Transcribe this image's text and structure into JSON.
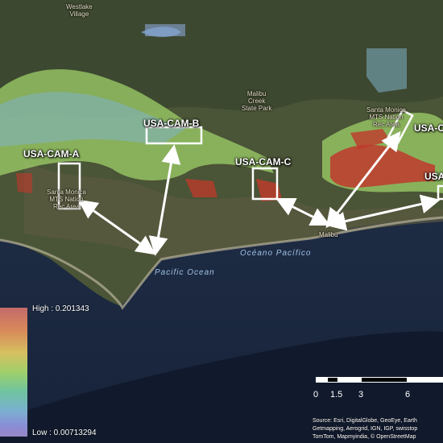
{
  "places": {
    "westlake_village": "Westlake\nVillage",
    "malibu_creek": "Malibu\nCreek\nState Park",
    "santa_monica_mts_nra_east": "Santa Monica\nMTS Nation\nRec Area",
    "santa_monica_mts_nra_west": "Santa Monica\nMTS Nation\nRec Area",
    "malibu": "Malibu",
    "pacific_ocean": "Pacific Ocean",
    "oceano_pacifico": "Océano Pacífico"
  },
  "cameras": {
    "a": "USA-CAM-A",
    "b": "USA-CAM-B",
    "c": "USA-CAM-C",
    "d": "USA-C",
    "e": "USA"
  },
  "legend": {
    "high": "High : 0.201343",
    "low": "Low : 0.00713294"
  },
  "scale": {
    "labels": [
      "0",
      "1.5",
      "3",
      "6"
    ]
  },
  "attribution": {
    "line1": "Source: Esri, DigitalGlobe, GeoEye, Earth",
    "line2": "Getmapping, Aerogrid, IGN, IGP, swisstop",
    "line3": "TomTom, Mapmyindia, © OpenStreetMap"
  },
  "colors": {
    "land": "#3e4a30",
    "ocean": "#1c2a3f",
    "heat_high": "#c0392b",
    "heat_mid": "#a8c84a",
    "heat_low": "#7a9ec8",
    "marker": "#ffffff"
  }
}
